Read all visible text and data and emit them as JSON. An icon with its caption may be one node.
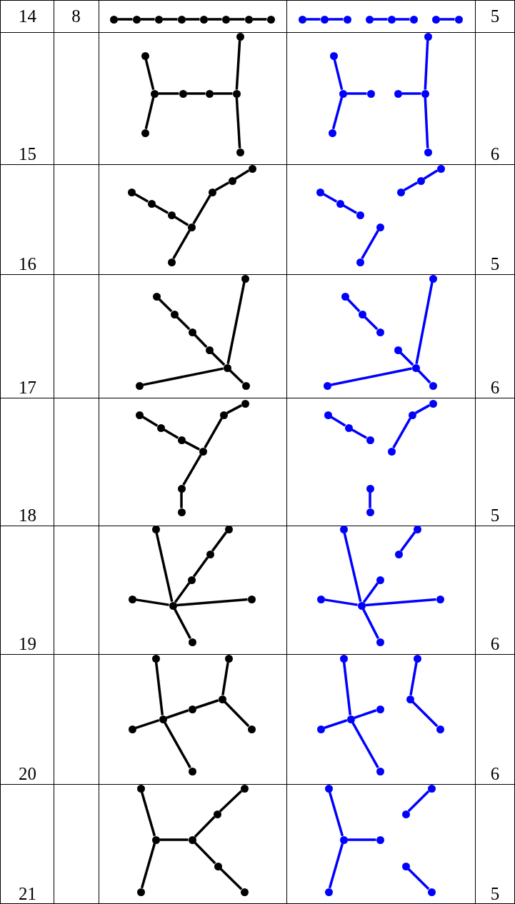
{
  "diagram": {
    "nodes": [
      {
        "text": [],
        "shape": "circle"
      },
      {
        "text": [],
        "shape": "circle"
      },
      {
        "text": [],
        "shape": "circle"
      },
      {
        "text": [],
        "shape": "circle"
      },
      {
        "text": [],
        "shape": "circle"
      },
      {
        "text": [],
        "shape": "circle"
      },
      {
        "text": [],
        "shape": "circle"
      },
      {
        "text": [],
        "shape": "circle"
      },
      {
        "text": [],
        "shape": "circle"
      },
      {
        "text": [],
        "shape": "circle"
      },
      {
        "text": [],
        "shape": "circle"
      },
      {
        "text": [],
        "shape": "circle"
      },
      {
        "text": [],
        "shape": "circle"
      },
      {
        "text": [],
        "shape": "circle"
      },
      {
        "text": [],
        "shape": "circle"
      },
      {
        "text": [],
        "shape": "circle"
      },
      {
        "text": [],
        "shape": "circle"
      },
      {
        "text": [],
        "shape": "circle"
      },
      {
        "text": [],
        "shape": "circle"
      },
      {
        "text": [],
        "shape": "circle"
      },
      {
        "text": [],
        "shape": "circle"
      },
      {
        "text": [],
        "shape": "circle"
      },
      {
        "text": [],
        "shape": "circle"
      },
      {
        "text": [],
        "shape": "circle"
      },
      {
        "text": [],
        "shape": "circle"
      },
      {
        "text": [],
        "shape": "circle"
      },
      {
        "text": [],
        "shape": "circle"
      },
      {
        "text": [],
        "shape": "circle"
      },
      {
        "text": [],
        "shape": "circle"
      },
      {
        "text": [],
        "shape": "circle"
      },
      {
        "text": [],
        "shape": "circle"
      },
      {
        "text": [],
        "shape": "circle"
      },
      {
        "text": [],
        "shape": "circle"
      },
      {
        "text": [],
        "shape": "circle"
      },
      {
        "text": [],
        "shape": "circle"
      },
      {
        "text": [],
        "shape": "circle"
      },
      {
        "text": [],
        "shape": "circle"
      },
      {
        "text": [],
        "shape": "circle"
      },
      {
        "text": [],
        "shape": "circle"
      },
      {
        "text": [],
        "shape": "circle"
      },
      {
        "text": [],
        "shape": "circle"
      },
      {
        "text": [],
        "shape": "circle"
      },
      {
        "text": [],
        "shape": "circle"
      },
      {
        "text": [],
        "shape": "circle"
      },
      {
        "text": [],
        "shape": "circle"
      },
      {
        "text": [],
        "shape": "circle"
      },
      {
        "text": [],
        "shape": "circle"
      },
      {
        "text": [],
        "shape": "circle"
      },
      {
        "text": [],
        "shape": "circle"
      },
      {
        "text": [],
        "shape": "circle"
      },
      {
        "text": [],
        "shape": "circle"
      },
      {
        "text": [],
        "shape": "circle"
      },
      {
        "text": [],
        "shape": "circle"
      },
      {
        "text": [],
        "shape": "circle"
      },
      {
        "text": [],
        "shape": "circle"
      },
      {
        "text": [],
        "shape": "circle"
      },
      {
        "text": [],
        "shape": "circle"
      },
      {
        "text": [],
        "shape": "circle"
      },
      {
        "text": [],
        "shape": "circle"
      },
      {
        "text": [],
        "shape": "circle"
      },
      {
        "text": [],
        "shape": "circle"
      },
      {
        "text": [],
        "shape": "circle"
      },
      {
        "text": [],
        "shape": "circle"
      },
      {
        "text": [],
        "shape": "circle"
      },
      {
        "text": [],
        "shape": "circle"
      },
      {
        "text": [],
        "shape": "circle"
      },
      {
        "text": [],
        "shape": "circle"
      },
      {
        "text": [],
        "shape": "circle"
      },
      {
        "text": [],
        "shape": "circle"
      },
      {
        "text": [],
        "shape": "circle"
      },
      {
        "text": [],
        "shape": "circle"
      },
      {
        "text": [],
        "shape": "circle"
      },
      {
        "text": [],
        "shape": "circle"
      },
      {
        "text": [],
        "shape": "circle"
      },
      {
        "text": [],
        "shape": "circle"
      },
      {
        "text": [],
        "shape": "circle"
      },
      {
        "text": [],
        "shape": "circle"
      },
      {
        "text": [],
        "shape": "circle"
      },
      {
        "text": [],
        "shape": "circle"
      },
      {
        "text": [],
        "shape": "circle"
      },
      {
        "text": [],
        "shape": "circle"
      },
      {
        "text": [],
        "shape": "circle"
      },
      {
        "text": [],
        "shape": "circle"
      },
      {
        "text": [],
        "shape": "circle"
      },
      {
        "text": [],
        "shape": "circle"
      },
      {
        "text": [],
        "shape": "circle"
      },
      {
        "text": [],
        "shape": "circle"
      },
      {
        "text": [],
        "shape": "circle"
      },
      {
        "text": [],
        "shape": "circle"
      },
      {
        "text": [],
        "shape": "circle"
      },
      {
        "text": [],
        "shape": "circle"
      },
      {
        "text": [],
        "shape": "circle"
      },
      {
        "text": [],
        "shape": "circle"
      },
      {
        "text": [],
        "shape": "circle"
      },
      {
        "text": [],
        "shape": "circle"
      },
      {
        "text": [],
        "shape": "circle"
      },
      {
        "text": [],
        "shape": "circle"
      },
      {
        "text": [],
        "shape": "circle"
      },
      {
        "text": [],
        "shape": "circle"
      },
      {
        "text": [],
        "shape": "circle"
      },
      {
        "text": [],
        "shape": "circle"
      },
      {
        "text": [],
        "shape": "circle"
      },
      {
        "text": [],
        "shape": "circle"
      },
      {
        "text": [],
        "shape": "circle"
      },
      {
        "text": [],
        "shape": "circle"
      },
      {
        "text": [],
        "shape": "circle"
      },
      {
        "text": [],
        "shape": "circle"
      },
      {
        "text": [],
        "shape": "circle"
      },
      {
        "text": [],
        "shape": "circle"
      },
      {
        "text": [],
        "shape": "circle"
      },
      {
        "text": [],
        "shape": "circle"
      },
      {
        "text": [],
        "shape": "circle"
      },
      {
        "text": [],
        "shape": "circle"
      },
      {
        "text": [],
        "shape": "circle"
      },
      {
        "text": [],
        "shape": "circle"
      },
      {
        "text": [],
        "shape": "circle"
      },
      {
        "text": [],
        "shape": "circle"
      },
      {
        "text": [],
        "shape": "circle"
      },
      {
        "text": [],
        "shape": "circle"
      },
      {
        "text": [],
        "shape": "circle"
      },
      {
        "text": [],
        "shape": "circle"
      },
      {
        "text": [],
        "shape": "circle"
      },
      {
        "text": [],
        "shape": "circle"
      },
      {
        "text": [],
        "shape": "circle"
      },
      {
        "text": [],
        "shape": "circle"
      },
      {
        "text": [],
        "shape": "circle"
      },
      {
        "text": [],
        "shape": "circle"
      },
      {
        "text": [],
        "shape": "circle"
      }
    ],
    "edges": [
      {
        "from": 0,
        "to": 1,
        "arrow": "none"
      },
      {
        "from": 1,
        "to": 2,
        "arrow": "none"
      },
      {
        "from": 2,
        "to": 3,
        "arrow": "none"
      },
      {
        "from": 3,
        "to": 4,
        "arrow": "none"
      },
      {
        "from": 4,
        "to": 5,
        "arrow": "none"
      },
      {
        "from": 5,
        "to": 6,
        "arrow": "none"
      },
      {
        "from": 6,
        "to": 7,
        "arrow": "none"
      },
      {
        "from": 8,
        "to": 9,
        "arrow": "none",
        "color": "#0000ff"
      },
      {
        "from": 9,
        "to": 10,
        "arrow": "none",
        "color": "#0000ff"
      },
      {
        "from": 11,
        "to": 12,
        "arrow": "none",
        "color": "#0000ff"
      },
      {
        "from": 12,
        "to": 13,
        "arrow": "none",
        "color": "#0000ff"
      },
      {
        "from": 14,
        "to": 15,
        "arrow": "none",
        "color": "#0000ff"
      },
      {
        "from": 16,
        "to": 17,
        "arrow": "none"
      },
      {
        "from": 17,
        "to": 18,
        "arrow": "none"
      },
      {
        "from": 17,
        "to": 19,
        "arrow": "none"
      },
      {
        "from": 19,
        "to": 20,
        "arrow": "none"
      },
      {
        "from": 20,
        "to": 21,
        "arrow": "none"
      },
      {
        "from": 21,
        "to": 22,
        "arrow": "none"
      },
      {
        "from": 21,
        "to": 23,
        "arrow": "none"
      },
      {
        "from": 24,
        "to": 25,
        "arrow": "none",
        "color": "#0000ff"
      },
      {
        "from": 25,
        "to": 26,
        "arrow": "none",
        "color": "#0000ff"
      },
      {
        "from": 25,
        "to": 27,
        "arrow": "none",
        "color": "#0000ff"
      },
      {
        "from": 28,
        "to": 29,
        "arrow": "none",
        "color": "#0000ff"
      },
      {
        "from": 29,
        "to": 30,
        "arrow": "none",
        "color": "#0000ff"
      },
      {
        "from": 29,
        "to": 31,
        "arrow": "none",
        "color": "#0000ff"
      },
      {
        "from": 32,
        "to": 33,
        "arrow": "none"
      },
      {
        "from": 33,
        "to": 34,
        "arrow": "none"
      },
      {
        "from": 34,
        "to": 35,
        "arrow": "none"
      },
      {
        "from": 35,
        "to": 36,
        "arrow": "none"
      },
      {
        "from": 35,
        "to": 37,
        "arrow": "none"
      },
      {
        "from": 37,
        "to": 38,
        "arrow": "none"
      },
      {
        "from": 38,
        "to": 39,
        "arrow": "none"
      },
      {
        "from": 40,
        "to": 41,
        "arrow": "none",
        "color": "#0000ff"
      },
      {
        "from": 41,
        "to": 42,
        "arrow": "none",
        "color": "#0000ff"
      },
      {
        "from": 43,
        "to": 44,
        "arrow": "none",
        "color": "#0000ff"
      },
      {
        "from": 45,
        "to": 46,
        "arrow": "none",
        "color": "#0000ff"
      },
      {
        "from": 46,
        "to": 47,
        "arrow": "none",
        "color": "#0000ff"
      },
      {
        "from": 48,
        "to": 49,
        "arrow": "none"
      },
      {
        "from": 49,
        "to": 50,
        "arrow": "none"
      },
      {
        "from": 50,
        "to": 51,
        "arrow": "none"
      },
      {
        "from": 51,
        "to": 52,
        "arrow": "none"
      },
      {
        "from": 52,
        "to": 53,
        "arrow": "none"
      },
      {
        "from": 52,
        "to": 54,
        "arrow": "none"
      },
      {
        "from": 52,
        "to": 55,
        "arrow": "none"
      },
      {
        "from": 56,
        "to": 57,
        "arrow": "none",
        "color": "#0000ff"
      },
      {
        "from": 57,
        "to": 58,
        "arrow": "none",
        "color": "#0000ff"
      },
      {
        "from": 59,
        "to": 60,
        "arrow": "none",
        "color": "#0000ff"
      },
      {
        "from": 60,
        "to": 61,
        "arrow": "none",
        "color": "#0000ff"
      },
      {
        "from": 60,
        "to": 62,
        "arrow": "none",
        "color": "#0000ff"
      },
      {
        "from": 60,
        "to": 63,
        "arrow": "none",
        "color": "#0000ff"
      },
      {
        "from": 64,
        "to": 65,
        "arrow": "none"
      },
      {
        "from": 65,
        "to": 66,
        "arrow": "none"
      },
      {
        "from": 66,
        "to": 67,
        "arrow": "none"
      },
      {
        "from": 67,
        "to": 68,
        "arrow": "none"
      },
      {
        "from": 68,
        "to": 69,
        "arrow": "none"
      },
      {
        "from": 67,
        "to": 70,
        "arrow": "none"
      },
      {
        "from": 70,
        "to": 71,
        "arrow": "none"
      },
      {
        "from": 72,
        "to": 73,
        "arrow": "none",
        "color": "#0000ff"
      },
      {
        "from": 73,
        "to": 74,
        "arrow": "none",
        "color": "#0000ff"
      },
      {
        "from": 76,
        "to": 77,
        "arrow": "none",
        "color": "#0000ff"
      },
      {
        "from": 75,
        "to": 78,
        "arrow": "none",
        "color": "#0000ff"
      },
      {
        "from": 78,
        "to": 79,
        "arrow": "none",
        "color": "#0000ff"
      },
      {
        "from": 80,
        "to": 81,
        "arrow": "none"
      },
      {
        "from": 82,
        "to": 81,
        "arrow": "none"
      },
      {
        "from": 81,
        "to": 83,
        "arrow": "none"
      },
      {
        "from": 81,
        "to": 84,
        "arrow": "none"
      },
      {
        "from": 84,
        "to": 85,
        "arrow": "none"
      },
      {
        "from": 85,
        "to": 86,
        "arrow": "none"
      },
      {
        "from": 81,
        "to": 87,
        "arrow": "none"
      },
      {
        "from": 88,
        "to": 89,
        "arrow": "none",
        "color": "#0000ff"
      },
      {
        "from": 90,
        "to": 89,
        "arrow": "none",
        "color": "#0000ff"
      },
      {
        "from": 89,
        "to": 91,
        "arrow": "none",
        "color": "#0000ff"
      },
      {
        "from": 89,
        "to": 92,
        "arrow": "none",
        "color": "#0000ff"
      },
      {
        "from": 93,
        "to": 94,
        "arrow": "none",
        "color": "#0000ff"
      },
      {
        "from": 89,
        "to": 95,
        "arrow": "none",
        "color": "#0000ff"
      },
      {
        "from": 96,
        "to": 97,
        "arrow": "none"
      },
      {
        "from": 97,
        "to": 98,
        "arrow": "none"
      },
      {
        "from": 97,
        "to": 99,
        "arrow": "none"
      },
      {
        "from": 97,
        "to": 100,
        "arrow": "none"
      },
      {
        "from": 100,
        "to": 101,
        "arrow": "none"
      },
      {
        "from": 101,
        "to": 102,
        "arrow": "none"
      },
      {
        "from": 101,
        "to": 103,
        "arrow": "none"
      },
      {
        "from": 104,
        "to": 105,
        "arrow": "none",
        "color": "#0000ff"
      },
      {
        "from": 105,
        "to": 106,
        "arrow": "none",
        "color": "#0000ff"
      },
      {
        "from": 105,
        "to": 107,
        "arrow": "none",
        "color": "#0000ff"
      },
      {
        "from": 105,
        "to": 108,
        "arrow": "none",
        "color": "#0000ff"
      },
      {
        "from": 109,
        "to": 110,
        "arrow": "none",
        "color": "#0000ff"
      },
      {
        "from": 109,
        "to": 111,
        "arrow": "none",
        "color": "#0000ff"
      },
      {
        "from": 112,
        "to": 113,
        "arrow": "none"
      },
      {
        "from": 113,
        "to": 114,
        "arrow": "none"
      },
      {
        "from": 113,
        "to": 115,
        "arrow": "none"
      },
      {
        "from": 115,
        "to": 116,
        "arrow": "none"
      },
      {
        "from": 116,
        "to": 117,
        "arrow": "none"
      },
      {
        "from": 115,
        "to": 118,
        "arrow": "none"
      },
      {
        "from": 118,
        "to": 119,
        "arrow": "none"
      },
      {
        "from": 120,
        "to": 121,
        "arrow": "none",
        "color": "#0000ff"
      },
      {
        "from": 121,
        "to": 122,
        "arrow": "none",
        "color": "#0000ff"
      },
      {
        "from": 121,
        "to": 123,
        "arrow": "none",
        "color": "#0000ff"
      },
      {
        "from": 124,
        "to": 125,
        "arrow": "none",
        "color": "#0000ff"
      },
      {
        "from": 126,
        "to": 127,
        "arrow": "none",
        "color": "#0000ff"
      }
    ],
    "labels": [
      "14",
      "8",
      "5",
      "15",
      "6",
      "16",
      "5",
      "17",
      "6",
      "18",
      "5",
      "19",
      "6",
      "20",
      "6",
      "21",
      "5"
    ]
  }
}
